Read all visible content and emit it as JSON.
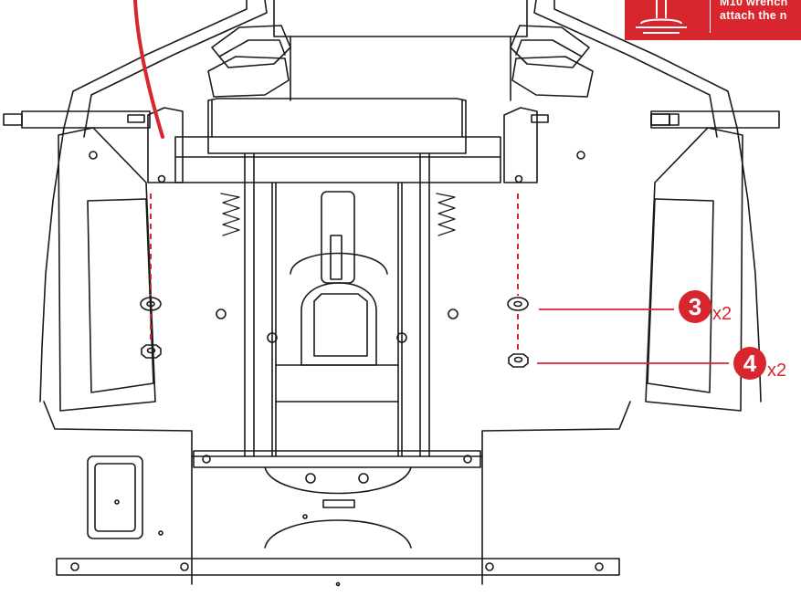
{
  "tip": {
    "line1": "M10 wrench",
    "line2": "attach the n"
  },
  "callouts": [
    {
      "number": "3",
      "quantity": "x2"
    },
    {
      "number": "4",
      "quantity": "x2"
    }
  ],
  "colors": {
    "accent": "#d7262e",
    "line": "#1a1a1a",
    "background": "#ffffff"
  }
}
